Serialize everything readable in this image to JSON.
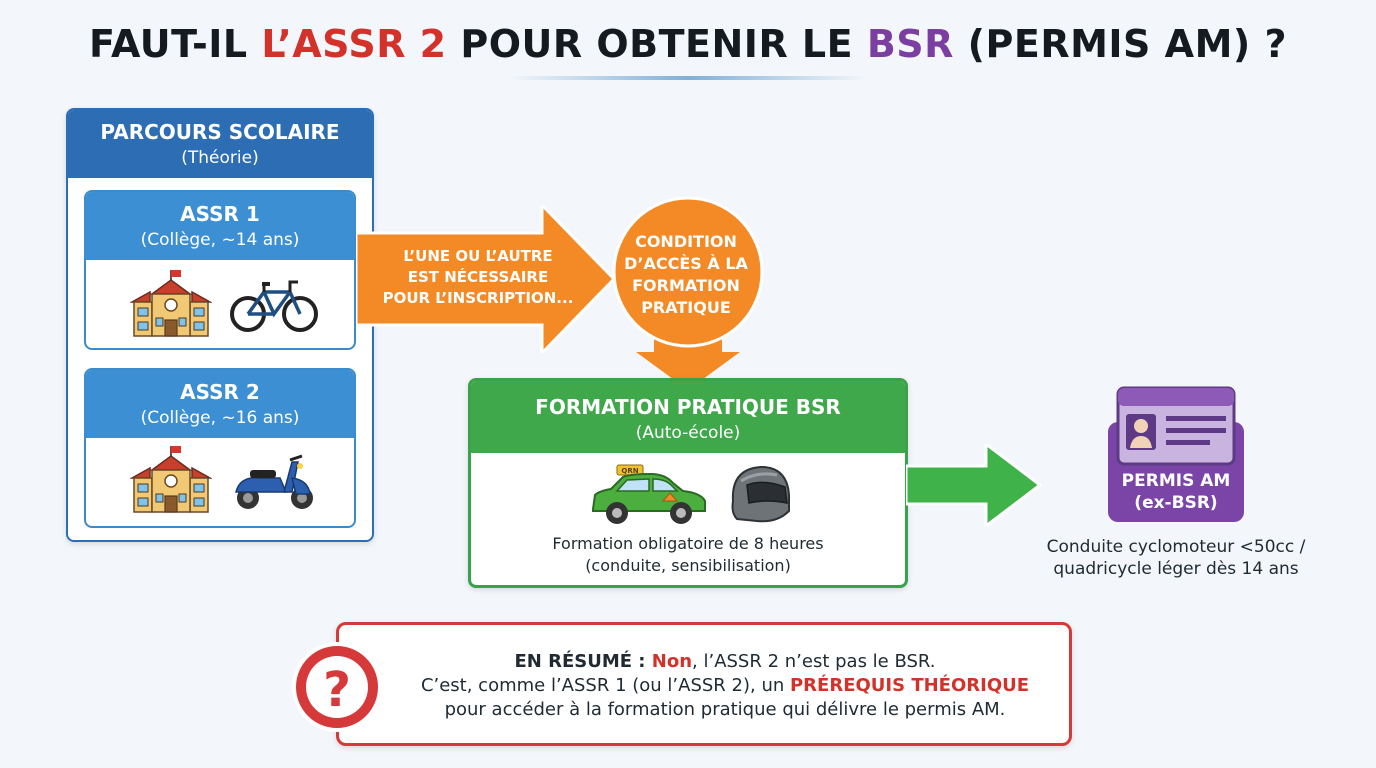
{
  "title": {
    "part1": "FAUT-IL ",
    "part2": "L’ASSR 2",
    "part3": " POUR OBTENIR LE ",
    "part4": "BSR",
    "part5": " (PERMIS AM) ?"
  },
  "colors": {
    "school_blue": "#2c6db4",
    "card_blue": "#3b8fd2",
    "orange": "#f38a25",
    "green": "#3fa84a",
    "purple": "#7a3fa0",
    "red": "#d3322b"
  },
  "school": {
    "title": "PARCOURS SCOLAIRE",
    "subtitle": "(Théorie)",
    "assr1": {
      "title": "ASSR 1",
      "subtitle": "(Collège, ~14 ans)",
      "icons": [
        "school-icon",
        "bicycle-icon"
      ]
    },
    "assr2": {
      "title": "ASSR 2",
      "subtitle": "(Collège, ~16 ans)",
      "icons": [
        "school-icon",
        "scooter-icon"
      ]
    }
  },
  "arrow": {
    "line1": "L’UNE OU L’AUTRE",
    "line2": "EST NÉCESSAIRE",
    "line3": "POUR L’INSCRIPTION..."
  },
  "condition": {
    "line1": "CONDITION",
    "line2": "D’ACCÈS À LA",
    "line3": "FORMATION",
    "line4": "PRATIQUE"
  },
  "formation": {
    "title": "FORMATION PRATIQUE BSR",
    "subtitle": "(Auto-école)",
    "desc_line1": "Formation obligatoire de 8 heures",
    "desc_line2": "(conduite, sensibilisation)",
    "car_sign": "QRN",
    "icons": [
      "car-icon",
      "helmet-icon"
    ]
  },
  "permis": {
    "line1": "PERMIS AM",
    "line2": "(ex-BSR)",
    "desc_line1": "Conduite cyclomoteur <50cc /",
    "desc_line2": "quadricycle léger dès 14 ans"
  },
  "summary": {
    "label": "EN RÉSUMÉ : ",
    "non": "Non",
    "rest1": ", l’ASSR 2 n’est pas le BSR.",
    "line2a": "C’est, comme l’ASSR 1 (ou l’ASSR 2), un ",
    "line2b": "PRÉREQUIS THÉORIQUE",
    "line3": "pour accéder à la formation pratique qui délivre le permis AM."
  }
}
